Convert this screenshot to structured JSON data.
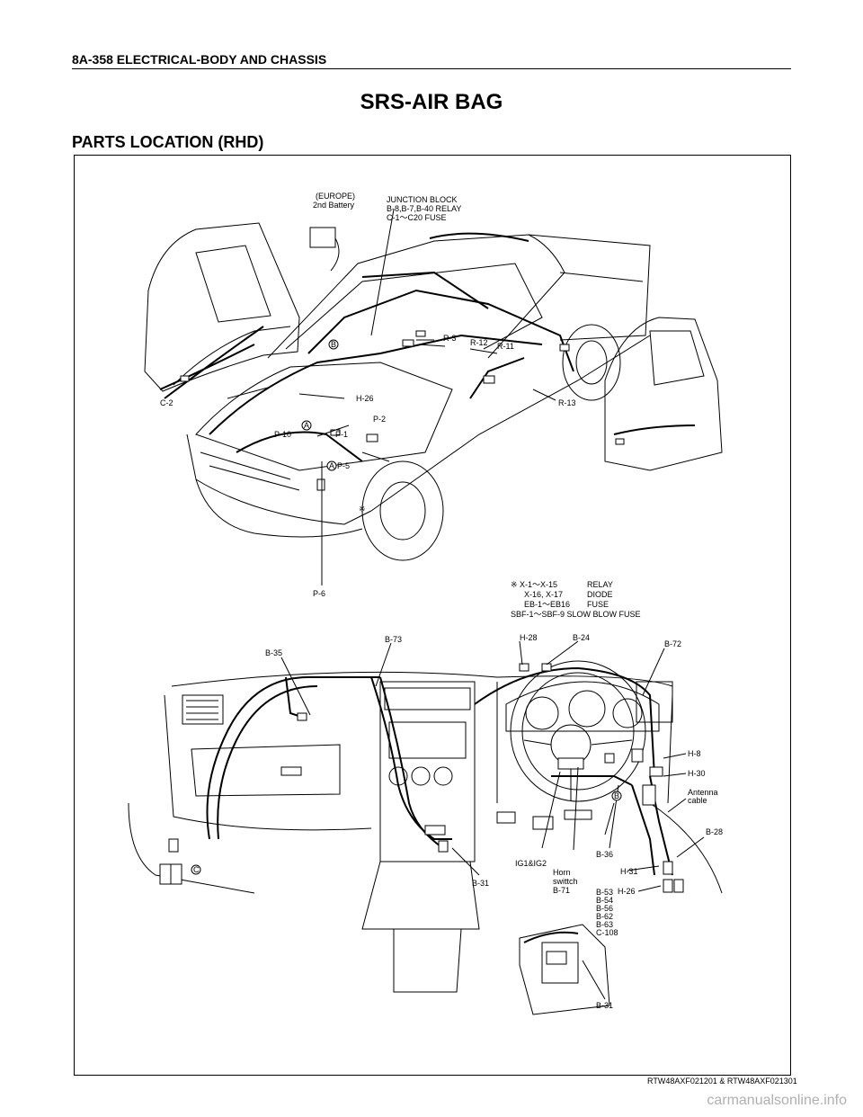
{
  "header": {
    "page_ref": "8A-358  ELECTRICAL-BODY AND CHASSIS"
  },
  "title": "SRS-AIR BAG",
  "subtitle": "PARTS LOCATION (RHD)",
  "top_labels": {
    "europe": "(EUROPE)",
    "battery": "2nd Battery",
    "jb1": "JUNCTION BLOCK",
    "jb2": "B-8,B-7,B-40 RELAY",
    "jb3": "C-1～C20 FUSE",
    "r3": "R-3",
    "r12": "R-12",
    "r11": "R-11",
    "r13": "R-13",
    "c2": "C-2",
    "h26": "H-26",
    "p2": "P-2",
    "p10": "P-10",
    "p1": "P-1",
    "p5": "P-5",
    "p6": "P-6",
    "mark_a1": "A",
    "mark_a2": "A",
    "mark_b": "B",
    "ref_mark": "※"
  },
  "legend": {
    "l1a": "※ X-1～X-15",
    "l1b": "RELAY",
    "l2a": "X-16, X-17",
    "l2b": "DIODE",
    "l3a": "EB-1～EB16",
    "l3b": "FUSE",
    "l4": "SBF-1～SBF-9 SLOW BLOW FUSE"
  },
  "bottom_labels": {
    "b35": "B-35",
    "b73": "B-73",
    "h28": "H-28",
    "b24": "B-24",
    "b72": "B-72",
    "h8": "H-8",
    "h30": "H-30",
    "antenna1": "Antenna",
    "antenna2": "cable",
    "b28": "B-28",
    "b36": "B-36",
    "ig": "IG1&IG2",
    "horn1": "Horn",
    "horn2": "swittch",
    "horn3": "B-71",
    "h31": "H-31",
    "h26b": "H-26",
    "b53": "B-53",
    "b54": "B-54",
    "b56": "B-56",
    "b62": "B-62",
    "b63": "B-63",
    "c108": "C-108",
    "b31a": "B-31",
    "b31b": "B-31",
    "mark_c": "C",
    "mark_b2": "B"
  },
  "figure_code": "RTW48AXF021201 & RTW48AXF021301",
  "watermark": "carmanualsonline.info"
}
